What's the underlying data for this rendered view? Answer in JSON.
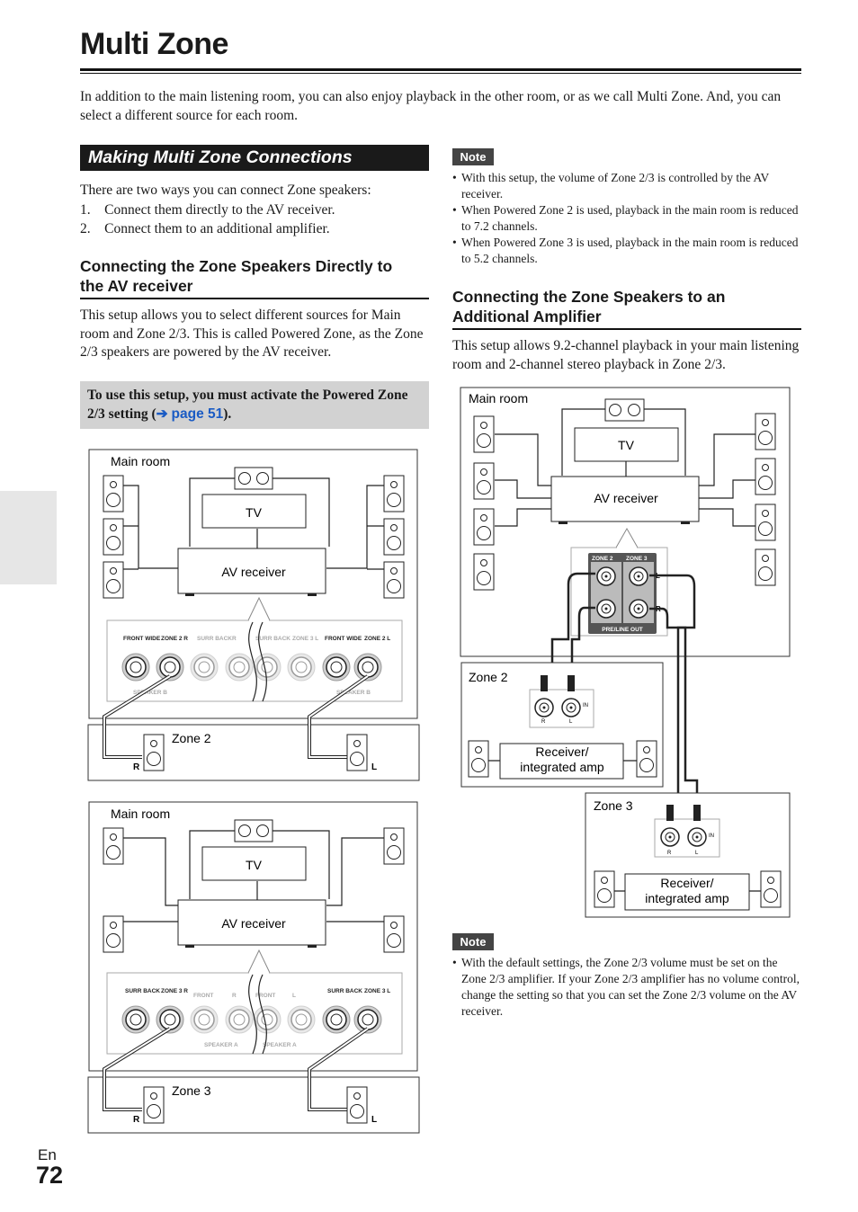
{
  "title": "Multi Zone",
  "intro": "In addition to the main listening room, you can also enjoy playback in the other room, or as we call Multi Zone. And, you can select a different source for each room.",
  "section": {
    "title": "Making Multi Zone Connections",
    "intro": "There are two ways you can connect Zone speakers:",
    "steps": [
      "1. Connect them directly to the AV receiver.",
      "2. Connect them to an additional amplifier."
    ]
  },
  "direct": {
    "heading_line1": "Connecting the Zone Speakers Directly to",
    "heading_line2": "the AV receiver",
    "body": "This setup allows you to select different sources for Main room and Zone 2/3. This is called Powered Zone, as the Zone 2/3 speakers are powered by the AV receiver.",
    "callout_text": "To use this setup, you must activate the Powered Zone 2/3 setting (",
    "callout_arrow": "➔",
    "callout_link": "page 51",
    "callout_end": ")."
  },
  "note1": {
    "label": "Note",
    "items": [
      "With this setup, the volume of Zone 2/3 is controlled by the AV receiver.",
      "When Powered Zone 2 is used, playback in the main room is reduced to 7.2 channels.",
      "When Powered Zone 3 is used, playback in the main room is reduced to 5.2 channels."
    ]
  },
  "amplifier": {
    "heading_line1": "Connecting the Zone Speakers to an",
    "heading_line2": "Additional Amplifier",
    "body": "This setup allows 9.2-channel playback in your main listening room and 2-channel stereo playback in Zone 2/3."
  },
  "note2": {
    "label": "Note",
    "items": [
      "With the default settings, the Zone 2/3 volume must be set on the Zone 2/3 amplifier. If your Zone 2/3 amplifier has no volume control, change the setting so that you can set the Zone 2/3 volume on the AV receiver."
    ]
  },
  "diagram1": {
    "main_room": "Main room",
    "tv": "TV",
    "receiver": "AV receiver",
    "zone": "Zone 2",
    "r": "R",
    "l": "L",
    "terminals": [
      "FRONT WIDE",
      "ZONE 2 R",
      "SURR BACK",
      "R",
      "SURR BACK",
      "ZONE 3 L",
      "FRONT WIDE",
      "ZONE 2 L"
    ],
    "speaker_b": "SPEAKER B"
  },
  "diagram2": {
    "main_room": "Main room",
    "tv": "TV",
    "receiver": "AV receiver",
    "zone": "Zone 3",
    "r": "R",
    "l": "L",
    "terminals": [
      "SURR BACK",
      "ZONE 3 R",
      "FRONT",
      "R",
      "FRONT",
      "L",
      "SURR BACK",
      "ZONE 3 L"
    ],
    "speaker_a": "SPEAKER A"
  },
  "diagram3": {
    "main_room": "Main room",
    "tv": "TV",
    "receiver": "AV receiver",
    "zone2": "Zone 2",
    "zone3": "Zone 3",
    "amp_line1": "Receiver/",
    "amp_line2": "integrated amp",
    "zone2_jack": "ZONE 2",
    "zone3_jack": "ZONE 3",
    "preout": "PRE/LINE OUT",
    "l": "L",
    "r": "R",
    "in": "IN"
  },
  "page": {
    "lang": "En",
    "number": "72"
  }
}
